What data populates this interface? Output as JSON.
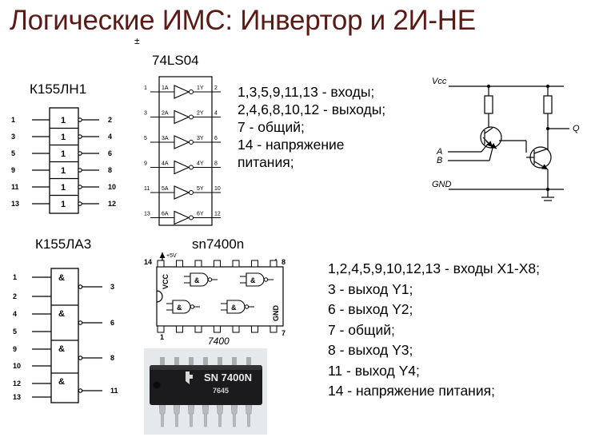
{
  "title": "Логические ИМС: Инвертор  и 2И-НЕ",
  "plus_minus": "±",
  "k155ln1": {
    "name": "К155ЛН1",
    "gate_symbol": "1",
    "inputs": [
      "1",
      "3",
      "5",
      "9",
      "11",
      "13"
    ],
    "outputs": [
      "2",
      "4",
      "6",
      "8",
      "10",
      "12"
    ]
  },
  "ls04": {
    "name": "74LS04",
    "left_pins": [
      "1",
      "3",
      "5",
      "9",
      "11",
      "13"
    ],
    "right_pins": [
      "2",
      "4",
      "6",
      "8",
      "10",
      "12"
    ],
    "inputs": [
      "1A",
      "2A",
      "3A",
      "4A",
      "5A",
      "6A"
    ],
    "outputs": [
      "1Y",
      "2Y",
      "3Y",
      "4Y",
      "5Y",
      "6Y"
    ]
  },
  "ls04_desc": [
    "1,3,5,9,11,13 - входы;",
    "2,4,6,8,10,12 - выходы;",
    "7 - общий;",
    "14 - напряжение",
    "питания;"
  ],
  "schematic": {
    "vcc": "Vcc",
    "q": "Q",
    "a": "A",
    "b": "B",
    "gnd": "GND"
  },
  "k155la3": {
    "name": "К155ЛА3",
    "gate_symbol": "&",
    "inputs": [
      "1",
      "2",
      "4",
      "5",
      "9",
      "10",
      "12",
      "13"
    ],
    "outputs": [
      "3",
      "6",
      "8",
      "11"
    ]
  },
  "sn7400": {
    "name": "sn7400n",
    "pin14": "14",
    "pin8": "8",
    "pin1": "1",
    "pin7": "7",
    "supply": "+5V",
    "vcc": "VCC",
    "gnd": "GND",
    "gate": "&",
    "caption": "7400"
  },
  "chip_photo": {
    "marking": "SN 7400N",
    "code": "7645"
  },
  "sn7400_desc": [
    "1,2,4,5,9,10,12,13 - входы X1-X8;",
    "3 - выход Y1;",
    "6 - выход Y2;",
    "7 - общий;",
    "8 - выход Y3;",
    "11 - выход Y4;",
    "14 - напряжение питания;"
  ]
}
